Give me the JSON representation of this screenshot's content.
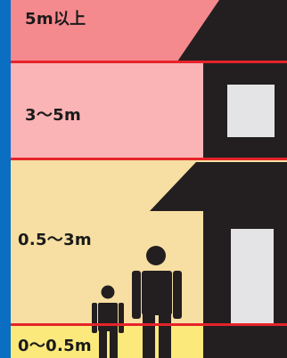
{
  "bands": [
    {
      "id": "above-5m",
      "label": "5m以上",
      "color": "#f58a8e"
    },
    {
      "id": "3-5m",
      "label": "3〜5m",
      "color": "#fbb4b5"
    },
    {
      "id": "0.5-3m",
      "label": "0.5〜3m",
      "color": "#f7dfa3"
    },
    {
      "id": "0-0.5m",
      "label": "0〜0.5m",
      "color": "#fbe97c"
    }
  ],
  "colors": {
    "left_bar": "#0a6fc2",
    "boundary_line": "#e6232a",
    "house": "#231f20",
    "window": "#e4e4e6",
    "person": "#231f20"
  }
}
